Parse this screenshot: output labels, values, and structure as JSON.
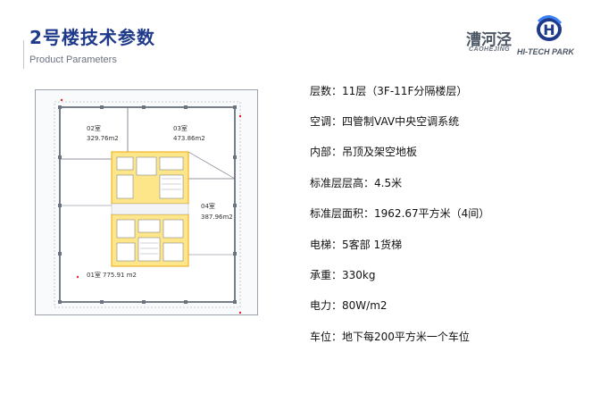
{
  "header": {
    "title": "2号楼技术参数",
    "subtitle": "Product Parameters"
  },
  "logo": {
    "cn": "漕河泾",
    "en_line1": "CAOHEJING",
    "en_line2": "HI-TECH PARK",
    "mark": "H"
  },
  "floor_plan": {
    "rooms": [
      {
        "name": "02室",
        "area": "329.76m2"
      },
      {
        "name": "03室",
        "area": "473.86m2"
      },
      {
        "name": "04室",
        "area": "387.96m2"
      },
      {
        "name": "01室",
        "area": "775.91 m2"
      }
    ]
  },
  "specs": [
    {
      "label": "层数",
      "value": "11层（3F-11F分隔楼层）"
    },
    {
      "label": "空调",
      "value": "四管制VAV中央空调系统"
    },
    {
      "label": "内部",
      "value": "吊顶及架空地板"
    },
    {
      "label": "标准层层高",
      "value": "4.5米"
    },
    {
      "label": "标准层面积",
      "value": "1962.67平方米（4间）"
    },
    {
      "label": "电梯",
      "value": "5客部 1货梯"
    },
    {
      "label": "承重",
      "value": "330kg"
    },
    {
      "label": "电力",
      "value": "80W/m2"
    },
    {
      "label": "车位",
      "value": "地下每200平方米一个车位"
    }
  ],
  "colors": {
    "title": "#1f3a8a",
    "core": "#f0b429",
    "wall": "#4b5563"
  }
}
